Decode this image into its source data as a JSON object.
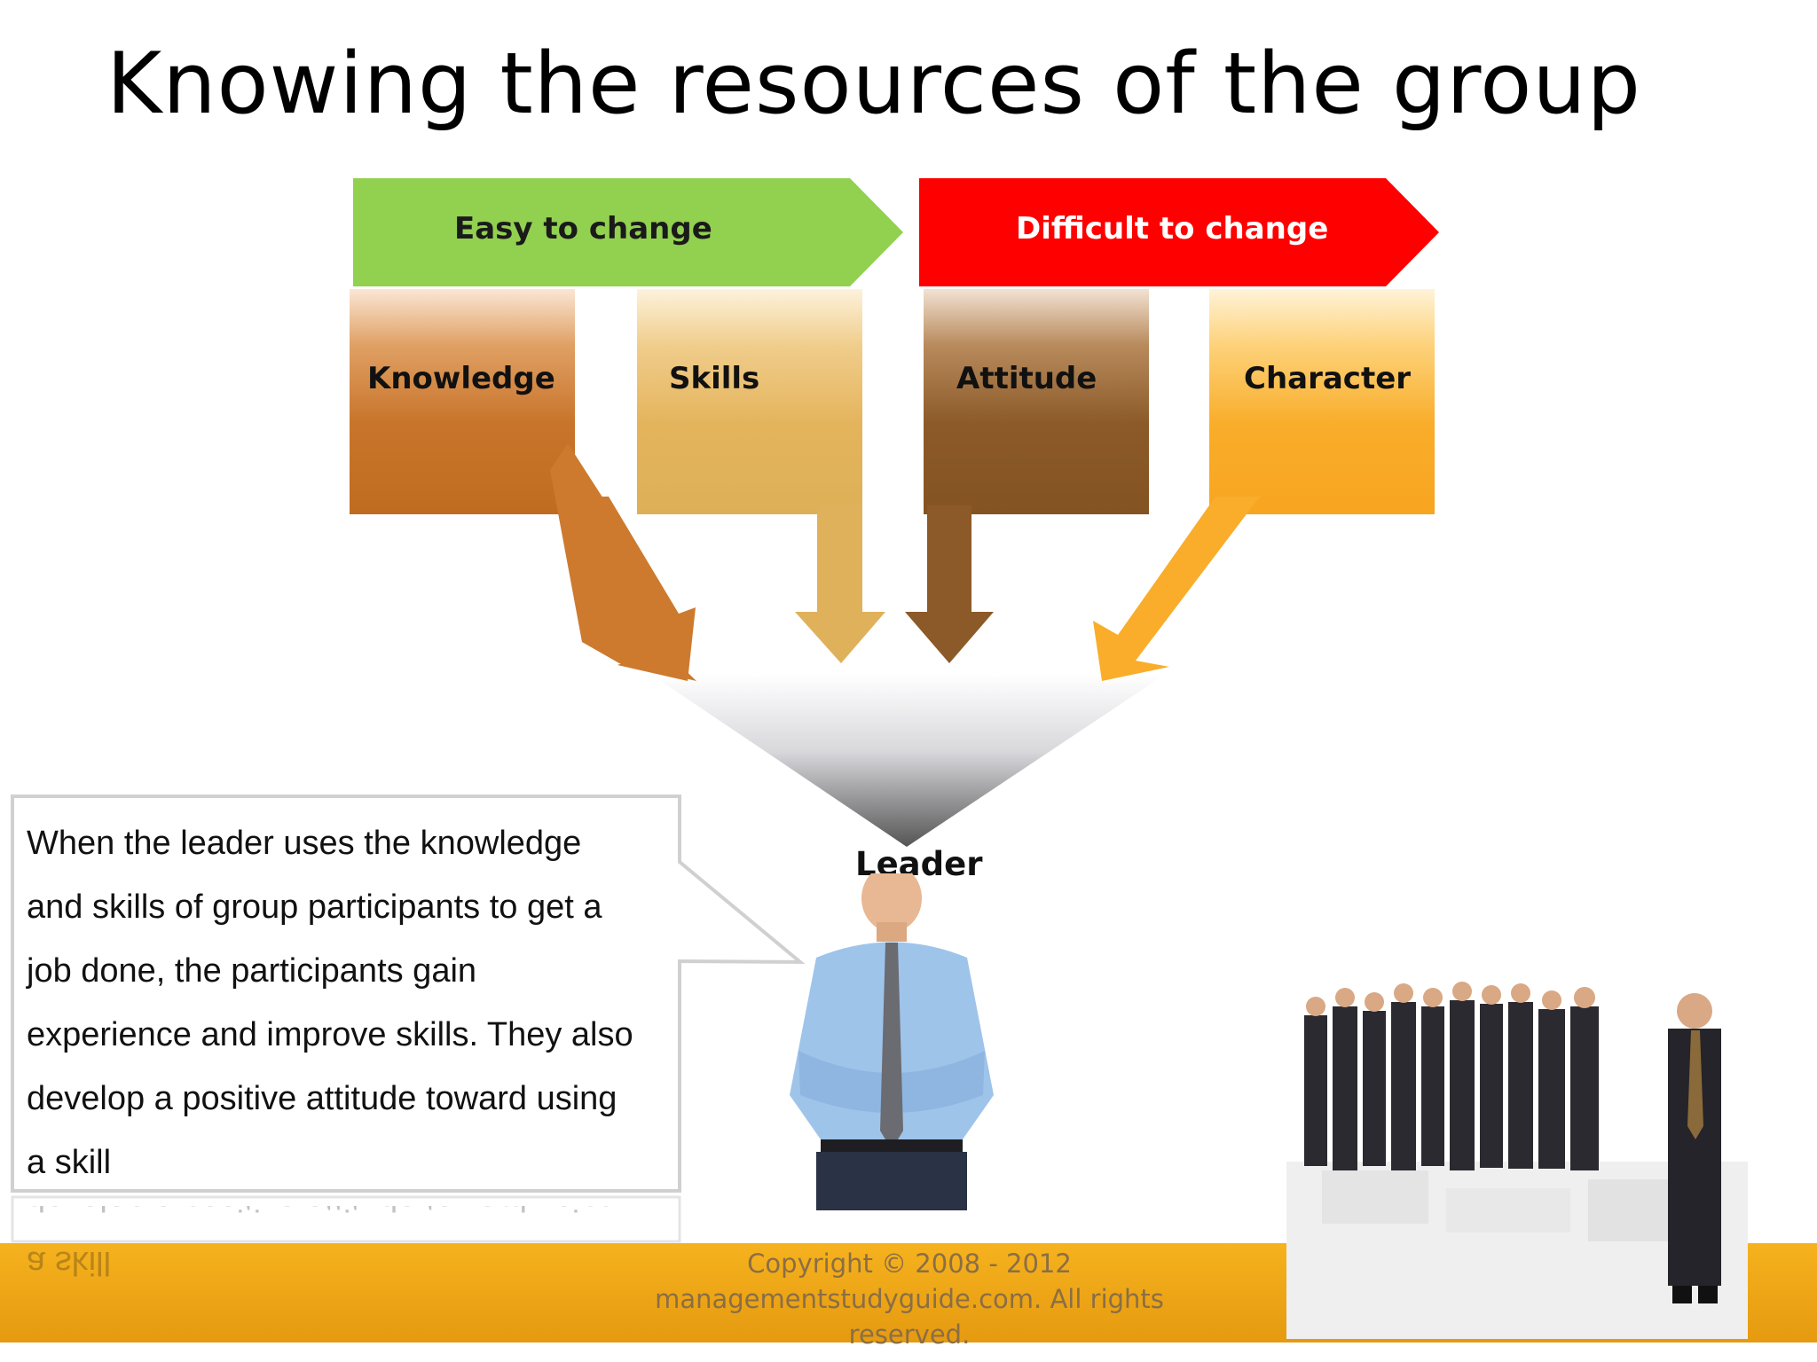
{
  "slide": {
    "title": "Knowing the resources of the group",
    "banners": {
      "easy": {
        "label": "Easy to change",
        "color": "#92d050"
      },
      "difficult": {
        "label": "Difficult to change",
        "color": "#ff0000"
      }
    },
    "resources": [
      {
        "label": "Knowledge",
        "color": "#c8742a"
      },
      {
        "label": "Skills",
        "color": "#e4b45c"
      },
      {
        "label": "Attitude",
        "color": "#8b5a28"
      },
      {
        "label": "Character",
        "color": "#f9ad2a"
      }
    ],
    "leader_label": "Leader",
    "callout": {
      "lines": [
        "When the leader uses the knowledge",
        "and skills of group participants to get a",
        "job done, the participants gain",
        "experience and improve skills. They also",
        "develop a positive attitude toward using",
        "a skill"
      ]
    },
    "footer": {
      "copyright": "Copyright © 2008 - 2012 managementstudyguide.com. All rights reserved.",
      "bar_color": "#f0a818"
    }
  }
}
